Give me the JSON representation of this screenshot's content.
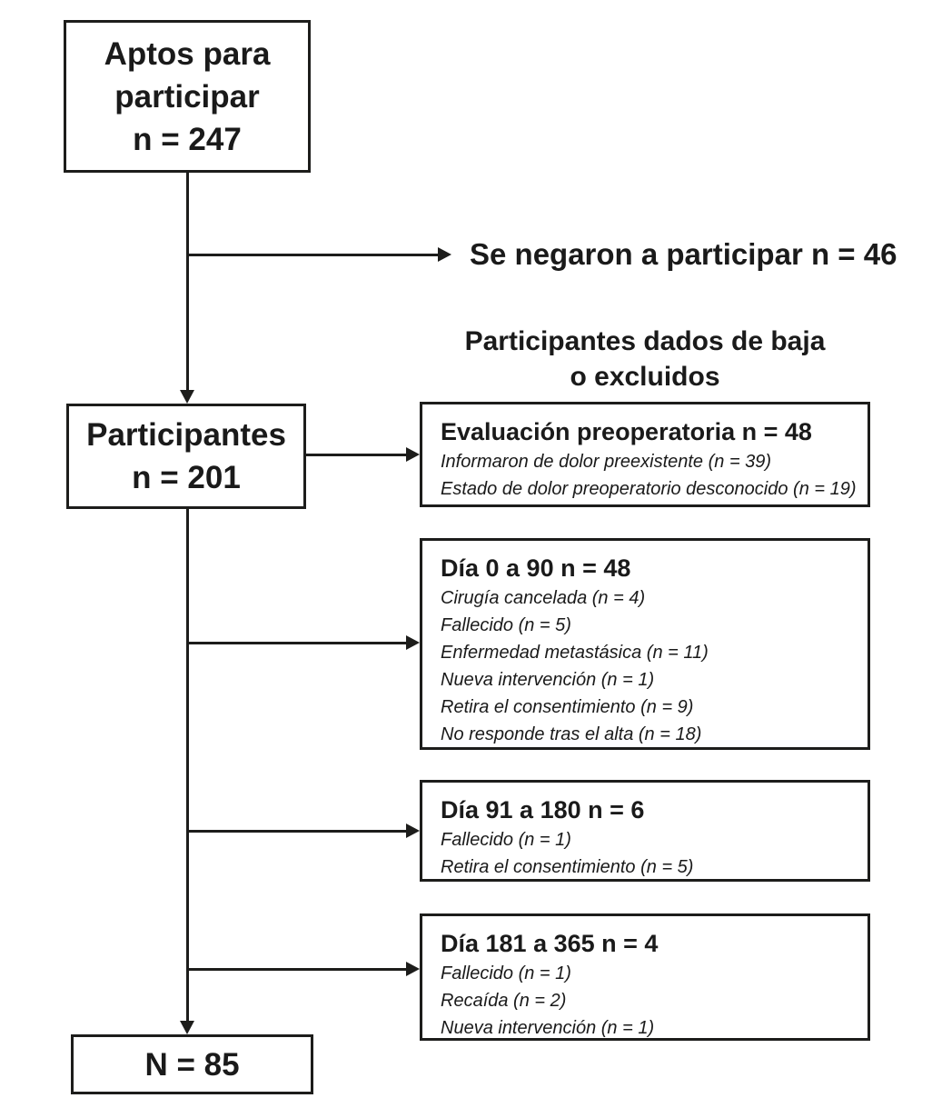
{
  "flow": {
    "eligible_box_text": "Aptos para\nparticipar\nn = 247",
    "refused_label": "Se negaron a participar n = 46",
    "dropout_header": "Participantes dados de baja\no excluidos",
    "participants_box_text": "Participantes\nn = 201",
    "final_box_text": "N = 85",
    "exclusion_boxes": [
      {
        "title": "Evaluación preoperatoria n = 48",
        "items": [
          "Informaron de dolor preexistente (n = 39)",
          "Estado de dolor preoperatorio desconocido (n = 19)"
        ]
      },
      {
        "title": "Día 0 a 90 n = 48",
        "items": [
          "Cirugía cancelada (n = 4)",
          "Fallecido (n = 5)",
          "Enfermedad metastásica (n = 11)",
          "Nueva intervención (n = 1)",
          "Retira el consentimiento (n = 9)",
          "No responde tras el alta (n = 18)"
        ]
      },
      {
        "title": "Día 91 a 180 n = 6",
        "items": [
          "Fallecido (n = 1)",
          "Retira el consentimiento (n = 5)"
        ]
      },
      {
        "title": "Día 181 a 365 n = 4",
        "items": [
          "Fallecido (n = 1)",
          "Recaída (n = 2)",
          "Nueva intervención (n = 1)"
        ]
      }
    ],
    "colors": {
      "line": "#1d1d1b",
      "text": "#1a1a1a",
      "background": "#ffffff"
    }
  }
}
